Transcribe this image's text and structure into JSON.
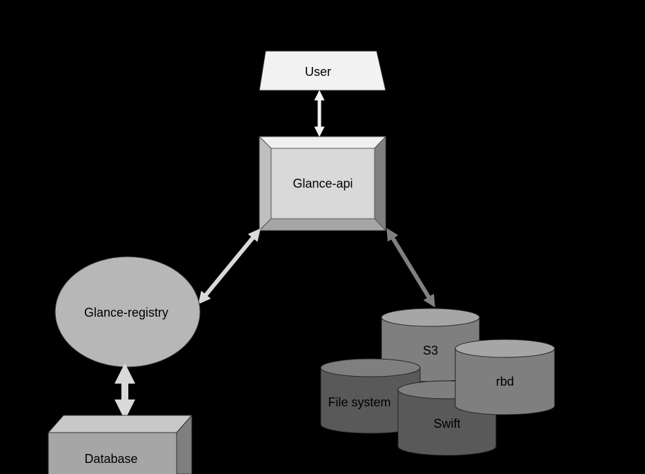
{
  "nodes": {
    "user": "User",
    "glance_api": "Glance-api",
    "glance_registry": "Glance-registry",
    "database": "Database",
    "s3": "S3",
    "rbd": "rbd",
    "file_system": "File system",
    "swift": "Swift"
  },
  "colors": {
    "background": "#000000",
    "user_fill": "#f2f2f2",
    "api_face": "#d9d9d9",
    "registry_fill": "#b7b7b7",
    "database_fill": "#a6a6a6",
    "storage_light": "#7f7f7f",
    "storage_dark": "#595959"
  }
}
